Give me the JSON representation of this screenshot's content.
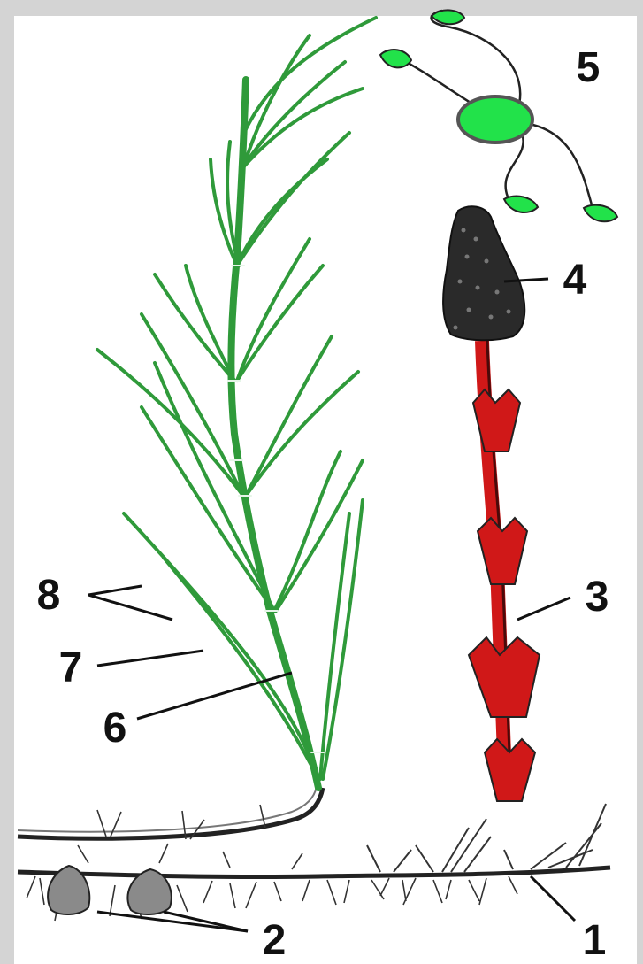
{
  "labels": {
    "l1": "1",
    "l2": "2",
    "l3": "3",
    "l4": "4",
    "l5": "5",
    "l6": "6",
    "l7": "7",
    "l8": "8"
  },
  "colors": {
    "background": "#d4d4d4",
    "paper": "#ffffff",
    "sterile_shoot": "#2f9a3a",
    "fertile_shoot": "#d01818",
    "cone": "#2a2a2a",
    "spore_body": "#22e24a",
    "ink": "#111111"
  }
}
